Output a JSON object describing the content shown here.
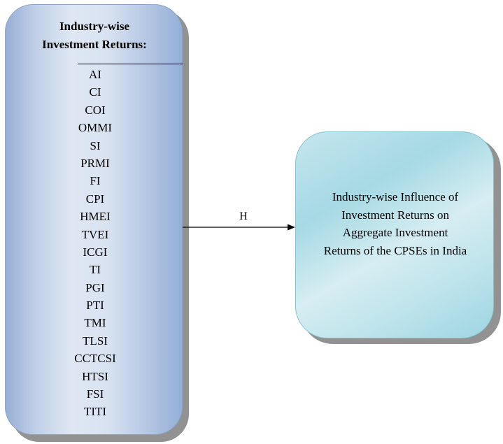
{
  "left_box": {
    "title_lines": [
      "Industry-wise",
      "Investment Returns:"
    ],
    "items": [
      "AI",
      "CI",
      "COI",
      "OMMI",
      "SI",
      "PRMI",
      "FI",
      "CPI",
      "HMEI",
      "TVEI",
      "ICGI",
      "TI",
      "PGI",
      "PTI",
      "TMI",
      "TLSI",
      "CCTCSI",
      "HTSI",
      "FSI",
      "TITI"
    ]
  },
  "arrow": {
    "label": "H"
  },
  "right_box": {
    "lines": [
      "Industry-wise Influence of",
      "Investment Returns on",
      "Aggregate Investment",
      "Returns of the CPSEs in India"
    ]
  },
  "colors": {
    "left_box_fill": "#c2d1e8",
    "right_box_fill": "#bfe4ec",
    "shadow": "#6e6e6e",
    "arrow": "#000000"
  }
}
